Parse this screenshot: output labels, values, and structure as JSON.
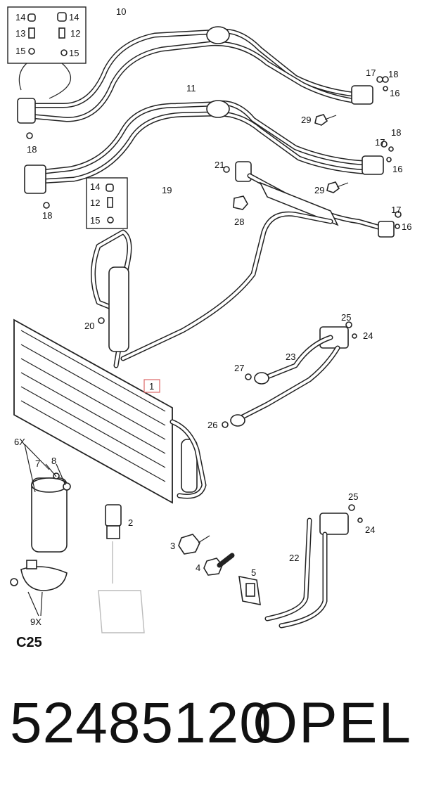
{
  "labels": {
    "l14a": "14",
    "l14b": "14",
    "l13": "13",
    "l12a": "12",
    "l15a": "15",
    "l15b": "15",
    "l10": "10",
    "l11": "11",
    "l17a": "17",
    "l18a": "18",
    "l16a": "16",
    "l29a": "29",
    "l18b": "18",
    "l17b": "17",
    "l16b": "16",
    "l18c": "18",
    "l18d": "18",
    "l21": "21",
    "l29b": "29",
    "l28": "28",
    "l14c": "14",
    "l12b": "12",
    "l15c": "15",
    "l19": "19",
    "l17c": "17",
    "l16c": "16",
    "l20": "20",
    "l1": "1",
    "l25a": "25",
    "l24a": "24",
    "l23": "23",
    "l27": "27",
    "l26": "26",
    "l6x": "6X",
    "l7": "7",
    "l8": "8",
    "l2": "2",
    "l3": "3",
    "l4": "4",
    "l5": "5",
    "l22": "22",
    "l25b": "25",
    "l24b": "24",
    "l9x": "9X"
  },
  "diagram_code": "C25",
  "footer": {
    "part_number": "52485120",
    "brand": "OPEL"
  }
}
